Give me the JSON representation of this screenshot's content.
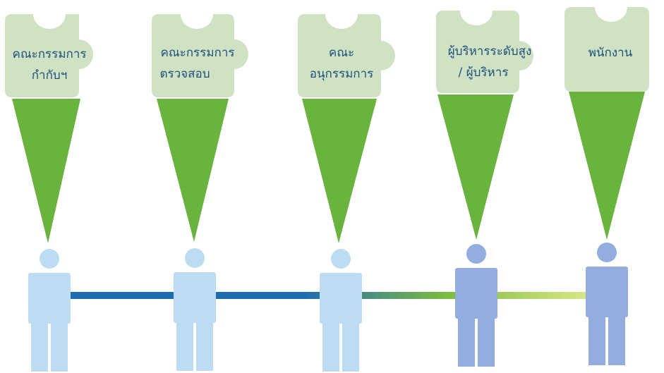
{
  "colors": {
    "puzzle": "#cfe3c4",
    "funnel": "#69b33e",
    "text": "#1f4f7a",
    "person_light": "#bcdcf2",
    "person_dark": "#93aede",
    "line_blue": "#1f6db0",
    "line_green": "#7dbc3e",
    "line_yellow": "#dbe88a"
  },
  "pieces": [
    {
      "line1": "คณะกรรมการ",
      "line2": "กำกับฯ",
      "person_color": "light"
    },
    {
      "line1": "คณะกรรมการ",
      "line2": "ตรวจสอบ",
      "person_color": "light"
    },
    {
      "line1": "คณะ",
      "line2": "อนุกรรมการ",
      "person_color": "light"
    },
    {
      "line1": "ผู้บริหารระดับสูง",
      "line2": "/ ผู้บริหาร",
      "person_color": "dark"
    },
    {
      "line1": "พนักงาน",
      "line2": "",
      "person_color": "dark"
    }
  ]
}
